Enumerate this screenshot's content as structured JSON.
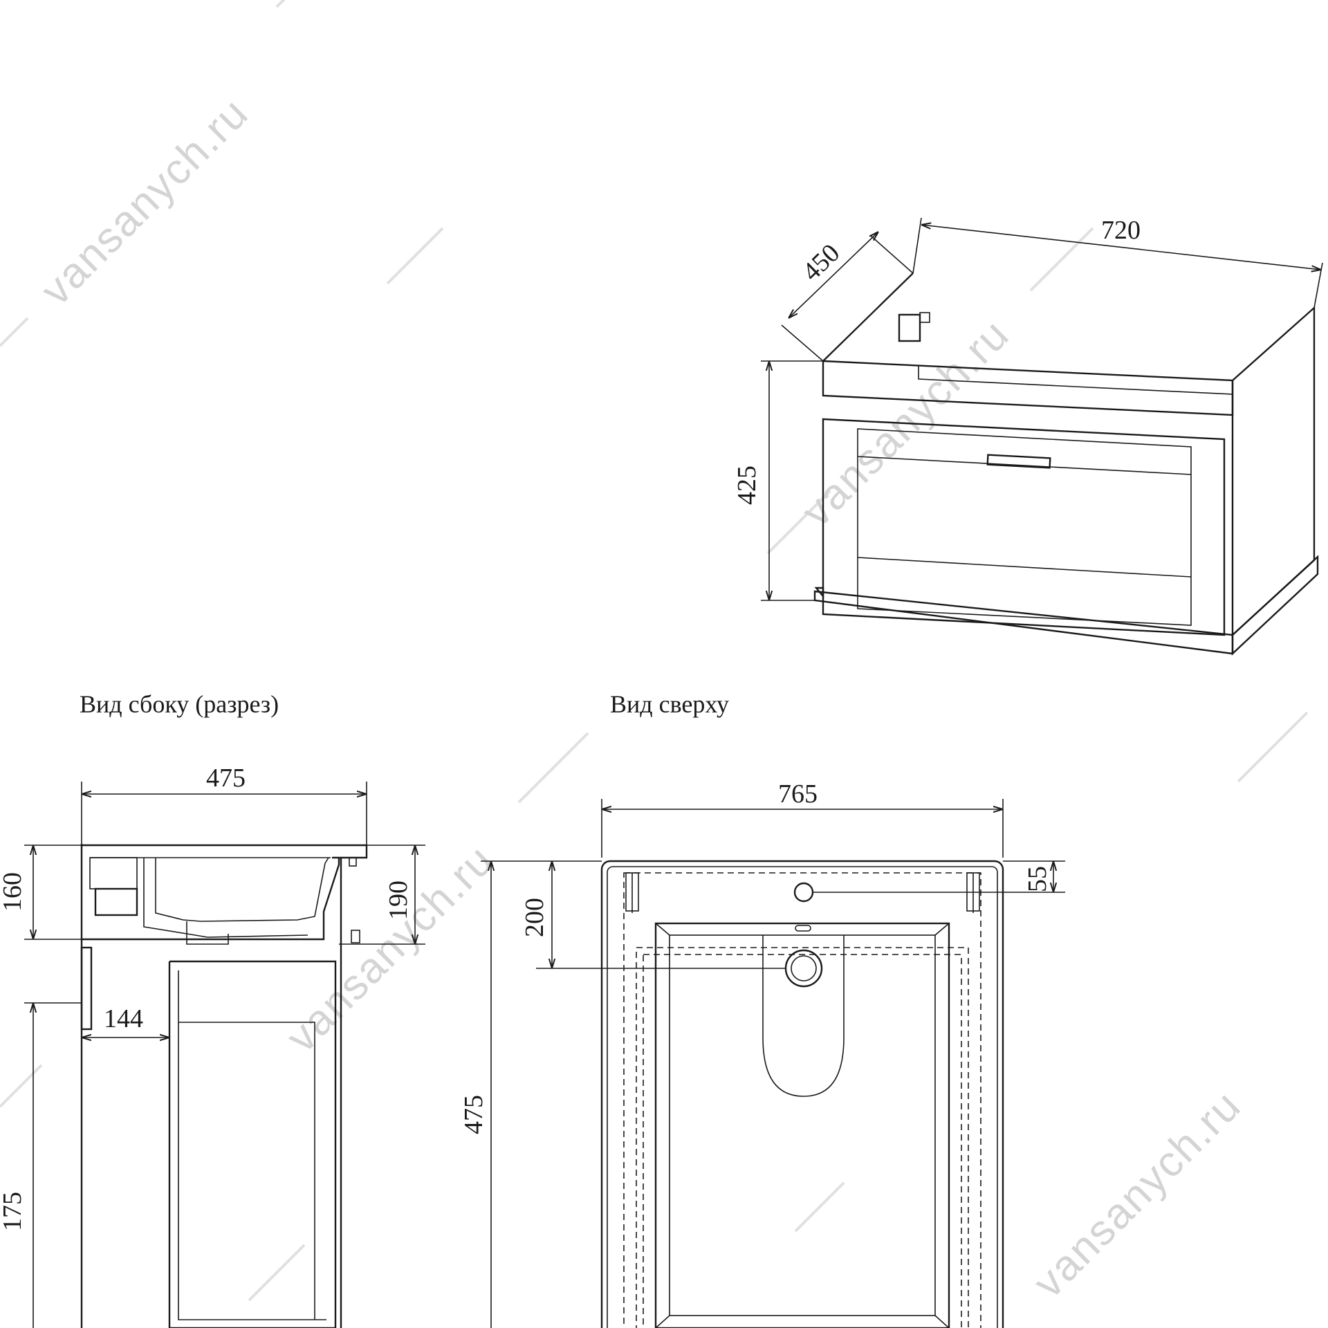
{
  "watermark": {
    "text": "vansanych.ru",
    "color": "#d4d4d4"
  },
  "captions": {
    "side_view": "Вид сбоку (разрез)",
    "top_view": "Вид сверху"
  },
  "dimensions": {
    "iso_depth": "450",
    "iso_width": "720",
    "iso_height": "425",
    "side_total_depth": "475",
    "side_basin_height": "160",
    "side_top_height": "190",
    "side_bottom_height": "175",
    "side_shelf_offset": "144",
    "top_total_width": "765",
    "top_total_depth": "475",
    "top_drain_offset": "200",
    "top_tap_offset": "55"
  }
}
